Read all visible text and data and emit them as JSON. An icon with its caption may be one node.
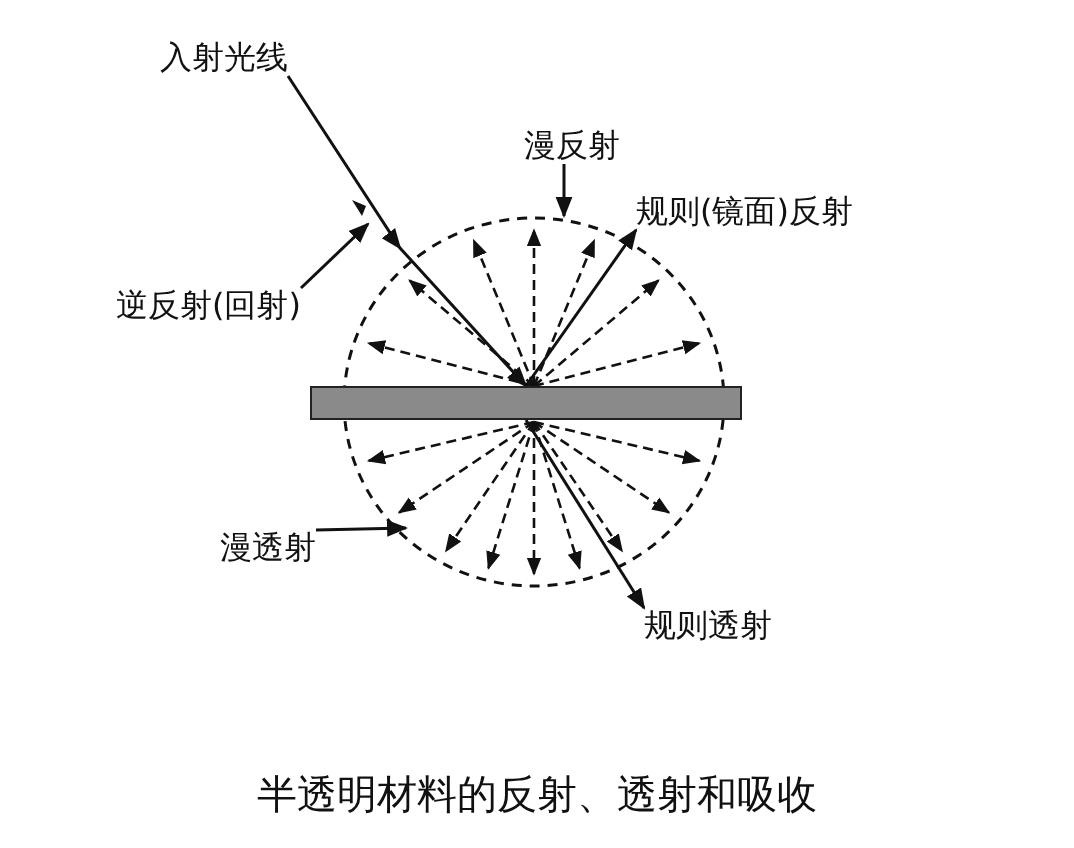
{
  "diagram": {
    "caption": "半透明材料的反射、透射和吸收",
    "nodes": [
      {
        "text": [
          "入射光线"
        ]
      },
      {
        "text": [
          "漫反射"
        ]
      },
      {
        "text": [
          "规则(镜面)反射"
        ]
      },
      {
        "text": [
          "逆反射(回射)"
        ]
      },
      {
        "text": [],
        "shape": "bar"
      },
      {
        "text": [
          "漫透射"
        ]
      },
      {
        "text": [
          "规则透射"
        ]
      }
    ],
    "edges": [
      {
        "from": 0,
        "to": 4,
        "arrow": "to"
      },
      {
        "from": 4,
        "to": 2,
        "arrow": "to"
      },
      {
        "from": 4,
        "to": 6,
        "arrow": "to"
      },
      {
        "from": 1,
        "to": null,
        "arrow": "to"
      },
      {
        "from": 3,
        "to": null,
        "arrow": "to"
      },
      {
        "from": 5,
        "to": null,
        "arrow": "to"
      }
    ]
  }
}
